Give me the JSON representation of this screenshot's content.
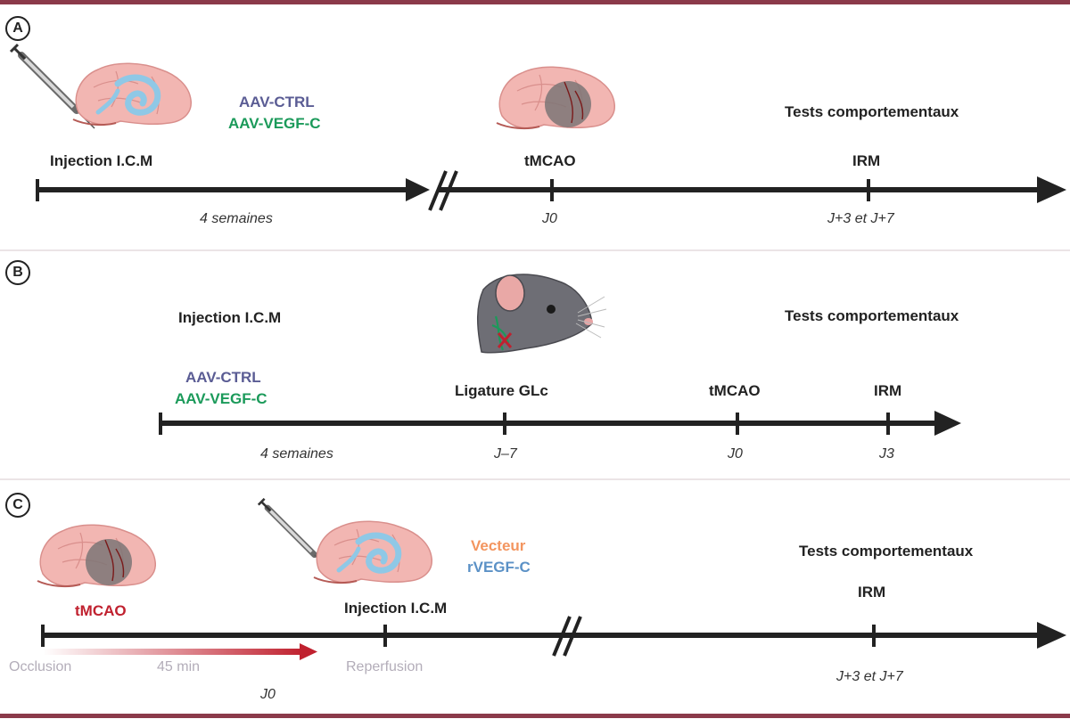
{
  "colors": {
    "frame": "#8b3a4a",
    "axis": "#222222",
    "vector_ctrl": "#5a5c94",
    "vector_vegf": "#1b9a5a",
    "vecteur": "#f3955f",
    "rvegf": "#5b91c6",
    "tmcao_red": "#c0212f",
    "grey_text": "#b3adb9"
  },
  "icons": [
    "syringe-icon",
    "brain-icon",
    "stroke-brain-icon",
    "mouse-head-icon",
    "ligature-cross-icon"
  ],
  "panels": {
    "a": {
      "badge": "A",
      "injection": "Injection I.C.M",
      "vector_ctrl": "AAV-CTRL",
      "vector_vegf": "AAV-VEGF-C",
      "tmcao": "tMCAO",
      "tests": "Tests comportementaux",
      "irm": "IRM",
      "duration": "4 semaines",
      "day0": "J0",
      "days_followup": "J+3 et J+7"
    },
    "b": {
      "badge": "B",
      "injection": "Injection I.C.M",
      "vector_ctrl": "AAV-CTRL",
      "vector_vegf": "AAV-VEGF-C",
      "ligature": "Ligature GLc",
      "tmcao": "tMCAO",
      "tests": "Tests comportementaux",
      "irm": "IRM",
      "duration": "4 semaines",
      "day_minus7": "J–7",
      "day0": "J0",
      "day3": "J3"
    },
    "c": {
      "badge": "C",
      "tmcao": "tMCAO",
      "injection": "Injection I.C.M",
      "vecteur": "Vecteur",
      "rvegf": "rVEGF-C",
      "tests": "Tests comportementaux",
      "irm": "IRM",
      "occlusion": "Occlusion",
      "duration": "45 min",
      "reperfusion": "Reperfusion",
      "day0": "J0",
      "days_followup": "J+3 et J+7"
    }
  }
}
